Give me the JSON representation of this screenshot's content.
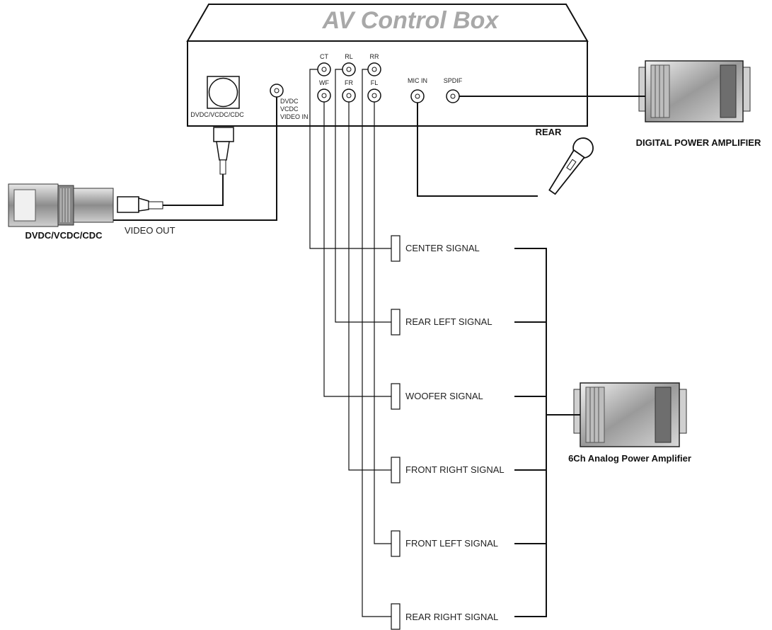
{
  "box": {
    "title": "AV Control Box",
    "rear_label": "REAR",
    "dvdc_port_label": "DVDC/VCDC/CDC",
    "video_in_lines": [
      "DVDC",
      "VCDC",
      "VIDEO IN"
    ]
  },
  "ports": {
    "ct": "CT",
    "rl": "RL",
    "rr": "RR",
    "wf": "WF",
    "fr": "FR",
    "fl": "FL",
    "mic_in": "MIC IN",
    "spdif": "SPDIF"
  },
  "devices": {
    "digital_amp": "DIGITAL POWER AMPLIFIER",
    "analog_amp": "6Ch Analog Power Amplifier",
    "player": "DVDC/VCDC/CDC",
    "video_out": "VIDEO OUT"
  },
  "signals": [
    "CENTER SIGNAL",
    "REAR LEFT SIGNAL",
    "WOOFER  SIGNAL",
    "FRONT RIGHT SIGNAL",
    "FRONT LEFT SIGNAL",
    "REAR RIGHT SIGNAL"
  ]
}
